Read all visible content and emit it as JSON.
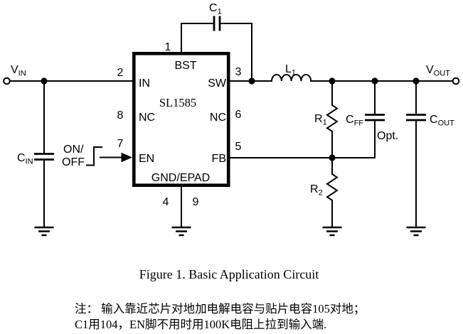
{
  "page": {
    "background": "#ffffff",
    "ink": "#000000"
  },
  "caption": "Figure 1. Basic Application Circuit",
  "note": {
    "line1": "注： 输入靠近芯片对地加电解电容与贴片电容105对地；",
    "line2": "C1用104，EN脚不用时用100K电阻上拉到输入端."
  },
  "ic": {
    "name": "SL1585",
    "gnd_label": "GND/EPAD",
    "pins": {
      "bst": {
        "num": "1",
        "name": "BST"
      },
      "in": {
        "num": "2",
        "name": "IN"
      },
      "nc_left": {
        "num": "8",
        "name": "NC"
      },
      "en": {
        "num": "7",
        "name": "EN"
      },
      "sw": {
        "num": "3",
        "name": "SW"
      },
      "nc_right": {
        "num": "6",
        "name": "NC"
      },
      "fb": {
        "num": "5",
        "name": "FB"
      },
      "gnd_left_num": "4",
      "gnd_right_num": "9"
    }
  },
  "labels": {
    "vin": {
      "base": "V",
      "sub": "IN"
    },
    "vout": {
      "base": "V",
      "sub": "OUT"
    },
    "cin": {
      "base": "C",
      "sub": "IN"
    },
    "cout": {
      "base": "C",
      "sub": "OUT"
    },
    "c1": {
      "base": "C",
      "sub": "1"
    },
    "cff": {
      "base": "C",
      "sub": "FF"
    },
    "cff_note": "Opt.",
    "l1": {
      "base": "L",
      "sub": "1"
    },
    "r1": {
      "base": "R",
      "sub": "1"
    },
    "r2": {
      "base": "R",
      "sub": "2"
    },
    "enable_line1": "ON/",
    "enable_line2": "OFF"
  }
}
